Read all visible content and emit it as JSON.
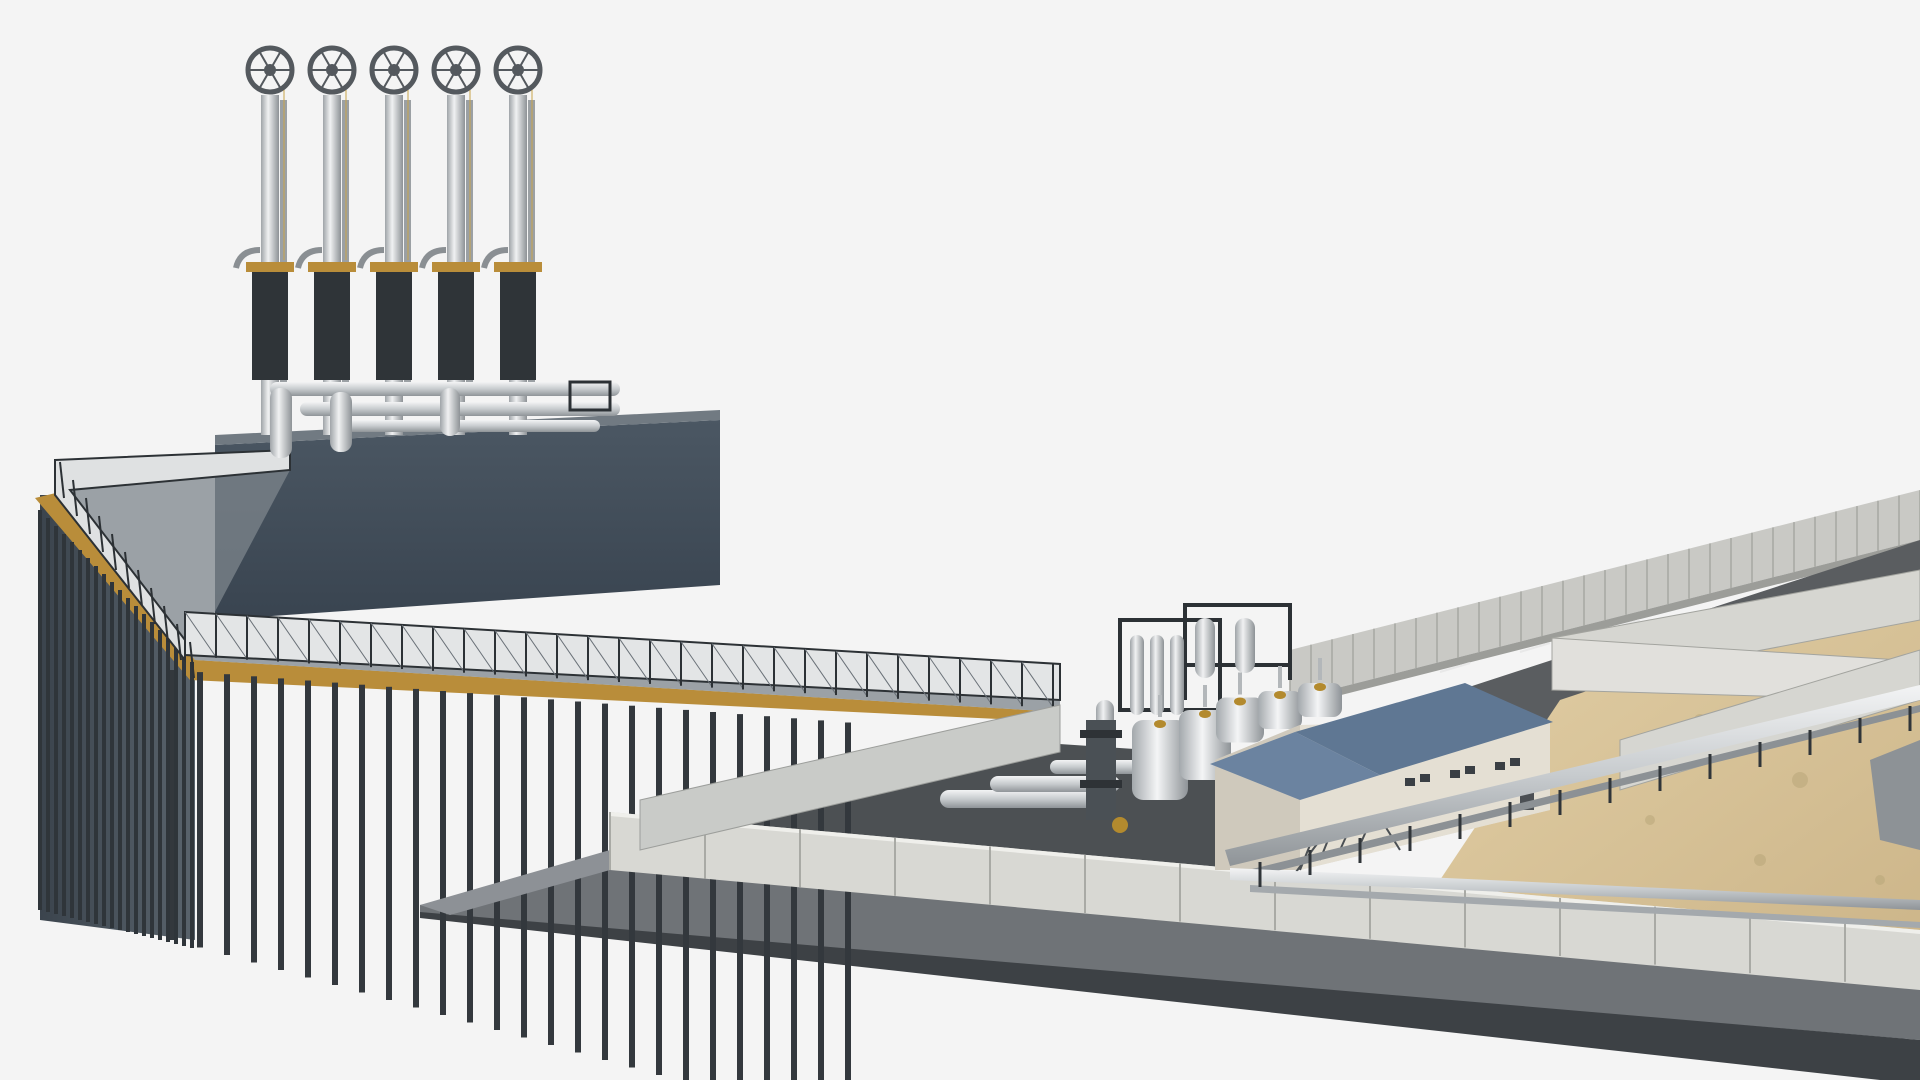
{
  "scene": {
    "background": "#f4f4f4",
    "colors": {
      "pier_wall": "#3f4a55",
      "pier_top": "#6d767e",
      "deck_edge": "#b98d3a",
      "pile": "#33383d",
      "concrete_block": "#4e5a65",
      "fence_panel": "#d9d9d4",
      "fence_post": "#a9aaa5",
      "road": "#54575a",
      "sand": "#d9c49b",
      "pipe": "#d5d8da",
      "tank_cap": "#b38a2e",
      "roof": "#5f7793",
      "building_wall": "#ddd8cc",
      "frame_dark": "#2c3135"
    },
    "objects": {
      "loading_arms": 5,
      "storage_vessels": 5,
      "pipe_racks": 2,
      "buildings": 1
    }
  }
}
